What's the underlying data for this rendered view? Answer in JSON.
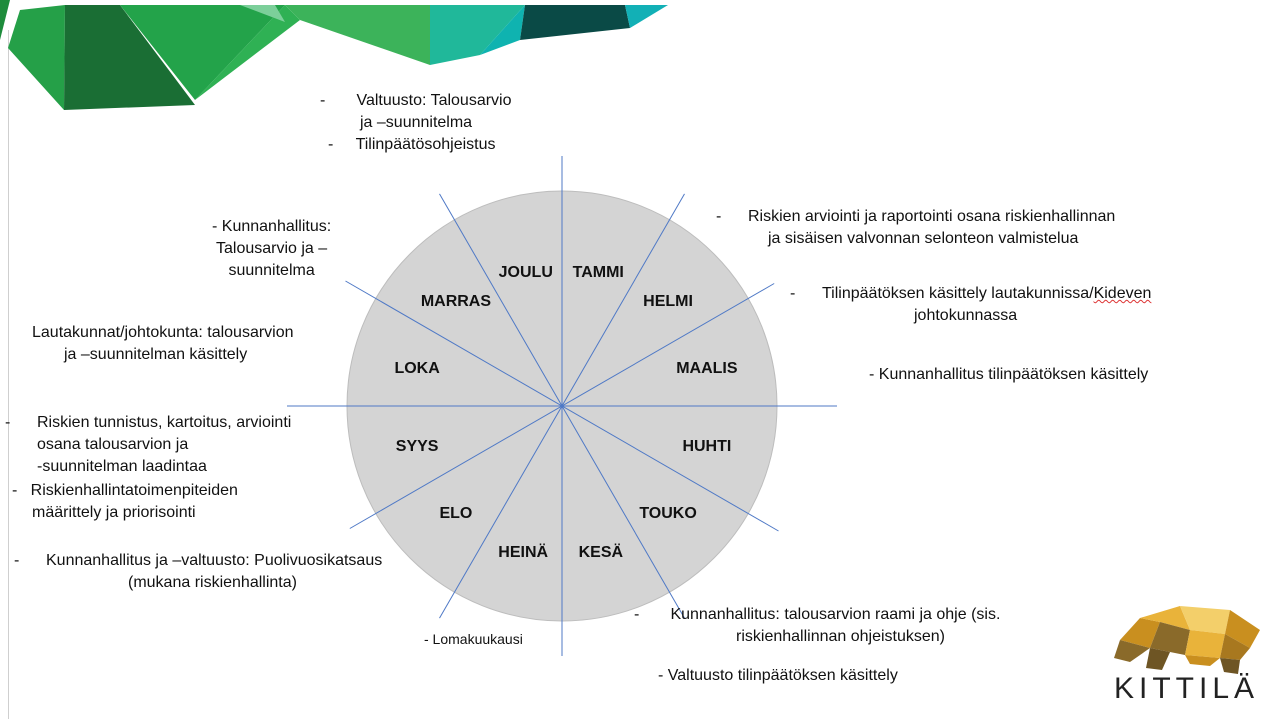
{
  "months": [
    "TAMMI",
    "HELMI",
    "MAALIS",
    "HUHTI",
    "TOUKO",
    "KESÄ",
    "HEINÄ",
    "ELO",
    "SYYS",
    "LOKA",
    "MARRAS",
    "JOULU"
  ],
  "notes": {
    "top_valtuusto": [
      "-",
      "Valtuusto: Talousarvio",
      "ja –suunnitelma",
      "-",
      "Tilinpäätösohjeistus"
    ],
    "kunnanhallitus_talousarvio": [
      "- Kunnanhallitus:",
      "Talousarvio ja –",
      "suunnitelma"
    ],
    "lautakunnat": [
      "Lautakunnat/johtokunta: talousarvion",
      "ja –suunnitelman käsittely"
    ],
    "riskien_tunnistus": [
      "-",
      "Riskien tunnistus, kartoitus, arviointi",
      "osana talousarvion ja",
      "-suunnitelman laadintaa"
    ],
    "riskienhallintatoimenpiteet": [
      "-",
      "Riskienhallintatoimenpiteiden",
      "määrittely ja priorisointi"
    ],
    "puolivuosikatsaus": [
      "-",
      "Kunnanhallitus ja –valtuusto: Puolivuosikatsaus",
      "(mukana riskienhallinta)"
    ],
    "lomakuukausi": "- Lomakuukausi",
    "riskien_arviointi": [
      "-",
      "Riskien arviointi ja raportointi osana riskienhallinnan",
      "ja sisäisen valvonnan selonteon valmistelua"
    ],
    "tilinpaatos_lautakunnissa": [
      "-",
      "Tilinpäätöksen käsittely lautakunnissa/",
      "Kideven",
      "johtokunnassa"
    ],
    "kh_tilinpaatos": "- Kunnanhallitus tilinpäätöksen käsittely",
    "kh_raami": [
      "-",
      "Kunnanhallitus: talousarvion raami ja ohje (sis.",
      "riskienhallinnan ohjeistuksen)"
    ],
    "valtuusto_tilinpaatos": "- Valtuusto tilinpäätöksen käsittely"
  },
  "logo": {
    "text": "KITTILÄ",
    "colors": [
      "#e9b33a",
      "#c98f1f",
      "#8a6a2a",
      "#f3cf6a"
    ]
  },
  "banner_colors": [
    "#1e8c3c",
    "#23a34a",
    "#3cb35a",
    "#0fb3b0",
    "#0a4a46",
    "#7ccf9a"
  ]
}
